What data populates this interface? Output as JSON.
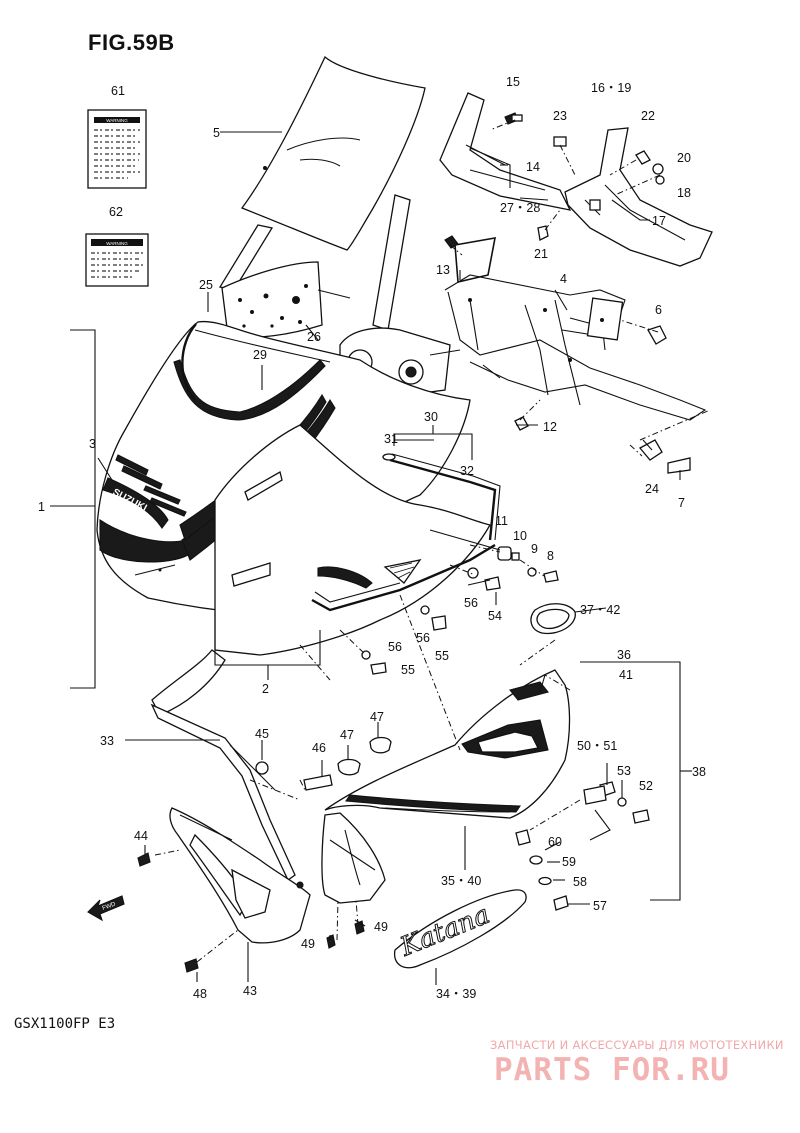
{
  "figure": {
    "title": "FIG.59B",
    "model": "GSX1100FP E3"
  },
  "labels": {
    "warning": "WARNING",
    "fwd": "FWD",
    "brand": "SUZUKI",
    "script": "Katana"
  },
  "callouts": {
    "c1": "1",
    "c2": "2",
    "c3": "3",
    "c4": "4",
    "c5": "5",
    "c6": "6",
    "c7": "7",
    "c8": "8",
    "c9": "9",
    "c10": "10",
    "c11": "11",
    "c12": "12",
    "c13": "13",
    "c14": "14",
    "c15": "15",
    "c16_19": "16・19",
    "c17": "17",
    "c18": "18",
    "c20": "20",
    "c21": "21",
    "c22": "22",
    "c23": "23",
    "c24": "24",
    "c25": "25",
    "c26": "26",
    "c27_28": "27・28",
    "c29": "29",
    "c30": "30",
    "c31": "31",
    "c32": "32",
    "c33": "33",
    "c34_39": "34・39",
    "c35_40": "35・40",
    "c36": "36",
    "c41": "41",
    "c37_42": "37・42",
    "c38": "38",
    "c43": "43",
    "c44": "44",
    "c45": "45",
    "c46": "46",
    "c47a": "47",
    "c47b": "47",
    "c48": "48",
    "c49a": "49",
    "c49b": "49",
    "c50_51": "50・51",
    "c52": "52",
    "c53": "53",
    "c54": "54",
    "c55a": "55",
    "c55b": "55",
    "c56a": "56",
    "c56b": "56",
    "c56c": "56",
    "c57": "57",
    "c58": "58",
    "c59": "59",
    "c60": "60",
    "c61": "61",
    "c62": "62"
  },
  "watermark": {
    "line1": "ЗАПЧАСТИ И АКСЕССУАРЫ ДЛЯ МОТОТЕХНИКИ",
    "line2": "PARTS FOR.RU"
  }
}
